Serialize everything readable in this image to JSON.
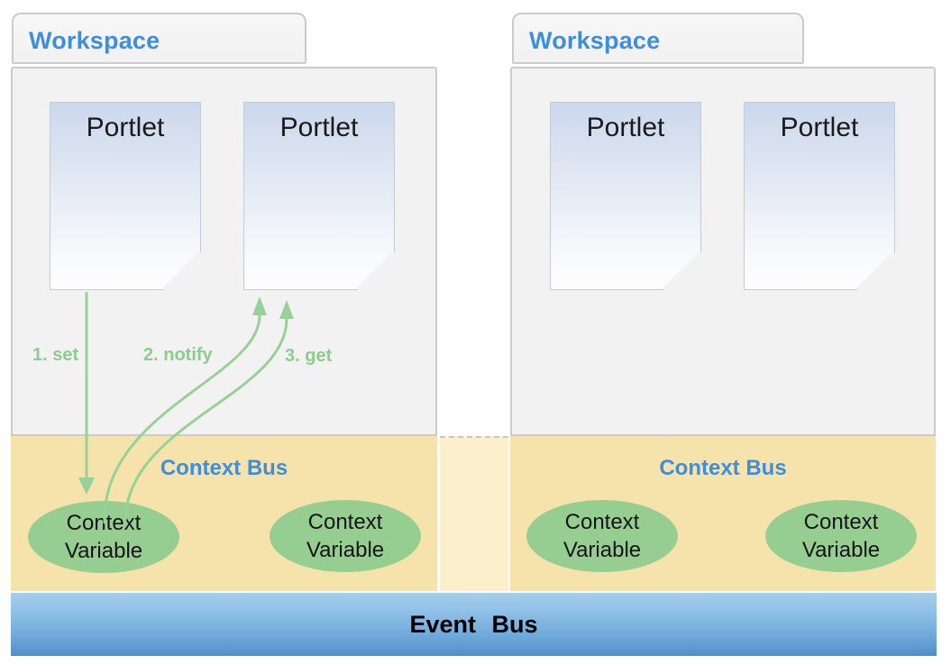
{
  "workspaces": [
    {
      "title": "Workspace",
      "portlets": [
        {
          "label": "Portlet"
        },
        {
          "label": "Portlet"
        }
      ],
      "context_bus": {
        "label": "Context Bus",
        "variables": [
          {
            "label": "Context Variable"
          },
          {
            "label": "Context Variable"
          }
        ]
      }
    },
    {
      "title": "Workspace",
      "portlets": [
        {
          "label": "Portlet"
        },
        {
          "label": "Portlet"
        }
      ],
      "context_bus": {
        "label": "Context Bus",
        "variables": [
          {
            "label": "Context Variable"
          },
          {
            "label": "Context Variable"
          }
        ]
      }
    }
  ],
  "arrows": [
    {
      "label": "1. set"
    },
    {
      "label": "2. notify"
    },
    {
      "label": "3. get"
    }
  ],
  "event_bus": {
    "label": "Event Bus"
  },
  "colors": {
    "accent_blue": "#3e8ede",
    "arrow_green": "#97d197",
    "label_green": "#8ccd8c",
    "ellipse_green": "#96ce92",
    "context_bus_tan": "#f6e3ab",
    "bridge_tan": "#fcf0cc",
    "event_bus_top": "#a6ceec",
    "event_bus_bottom": "#5591cc",
    "workspace_fill": "#f2f2f2",
    "border_gray": "#cbcbcb",
    "portlet_top": "#cbd8ec"
  }
}
